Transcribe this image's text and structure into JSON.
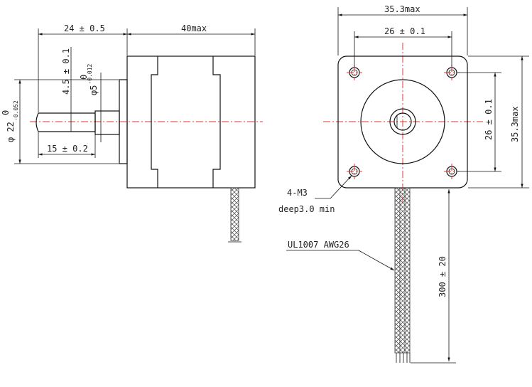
{
  "colors": {
    "line": "#111111",
    "centerline": "#e53935",
    "background": "#ffffff"
  },
  "side_view": {
    "dim_shaft_to_body": "24 ± 0.5",
    "dim_body_length": "40max",
    "dim_flat_depth": "4.5 ± 0.1",
    "dim_shaft_diameter_base": "φ5",
    "dim_shaft_diameter_tol_upper": "0",
    "dim_shaft_diameter_tol_lower": "-0.012",
    "dim_boss_diameter_base": "φ 22",
    "dim_boss_diameter_tol_upper": "0",
    "dim_boss_diameter_tol_lower": "-0.052",
    "dim_shaft_length": "15 ± 0.2"
  },
  "front_view": {
    "dim_width": "35.3max",
    "dim_hole_spacing_h": "26 ± 0.1",
    "dim_hole_spacing_v": "26 ± 0.1",
    "dim_height": "35.3max",
    "hole_label": "4-M3",
    "hole_depth": "deep3.0 min",
    "cable_label": "UL1007 AWG26",
    "cable_length": "300 ± 20"
  }
}
